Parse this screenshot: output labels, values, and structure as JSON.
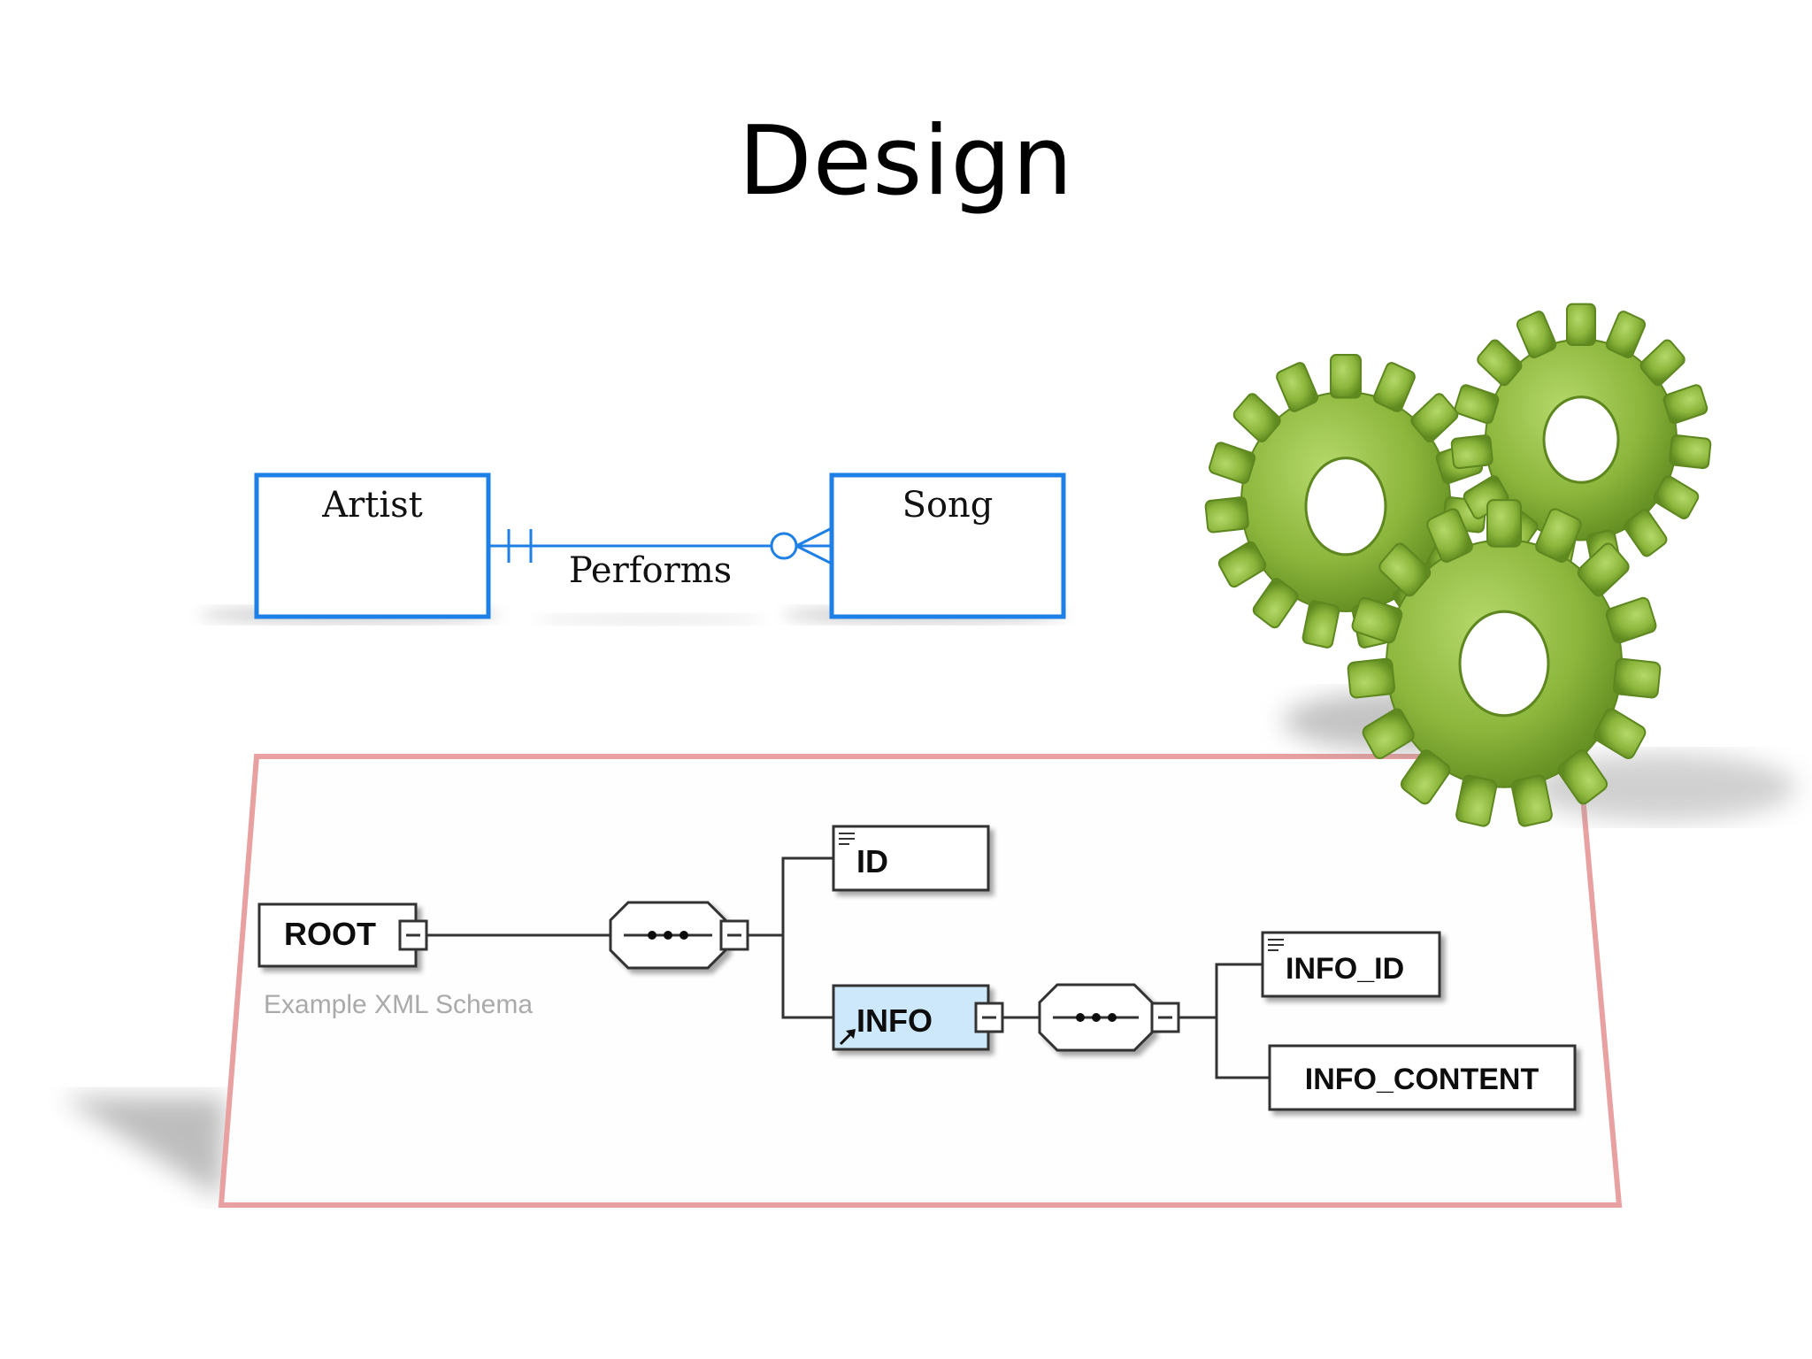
{
  "slide": {
    "title": "Design"
  },
  "er_diagram": {
    "entities": [
      "Artist",
      "Song"
    ],
    "relationship": "Performs",
    "cardinality_left": "one-and-only-one",
    "cardinality_right": "zero-or-many",
    "border_color": "#1e7fe6"
  },
  "xml_schema": {
    "frame_color": "#e8a0a0",
    "root": "ROOT",
    "caption": "Example XML Schema",
    "elements": {
      "id": "ID",
      "info": "INFO",
      "info_id": "INFO_ID",
      "info_content": "INFO_CONTENT"
    },
    "highlight_color": "#cde7fb"
  },
  "decoration": {
    "icon": "gears-icon",
    "gear_color": "#8cb63c"
  }
}
